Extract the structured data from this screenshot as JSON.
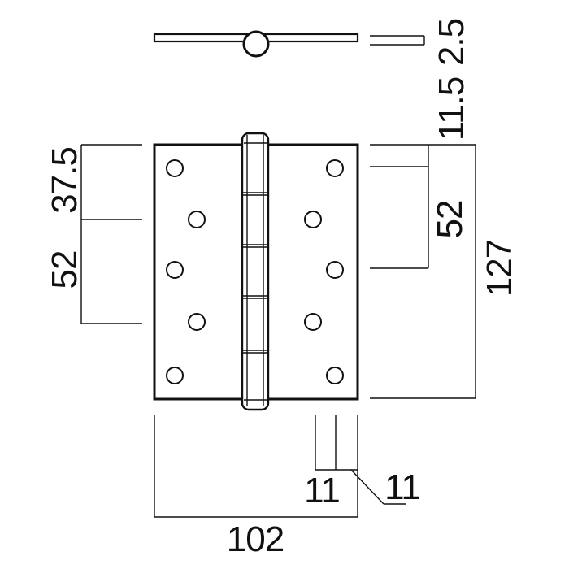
{
  "drawing": {
    "subject": "butt hinge",
    "colors": {
      "line": "#111111",
      "background": "#ffffff"
    }
  },
  "dimensions": {
    "leaf_thickness": "2.5",
    "top_offset": "11.5",
    "total_height": "127",
    "inner_hole_spacing_right": "52",
    "top_hole_offset_left": "37.5",
    "hole_spacing_left": "52",
    "total_width": "102",
    "hole_edge_offset_1": "11",
    "hole_edge_offset_2": "11"
  }
}
